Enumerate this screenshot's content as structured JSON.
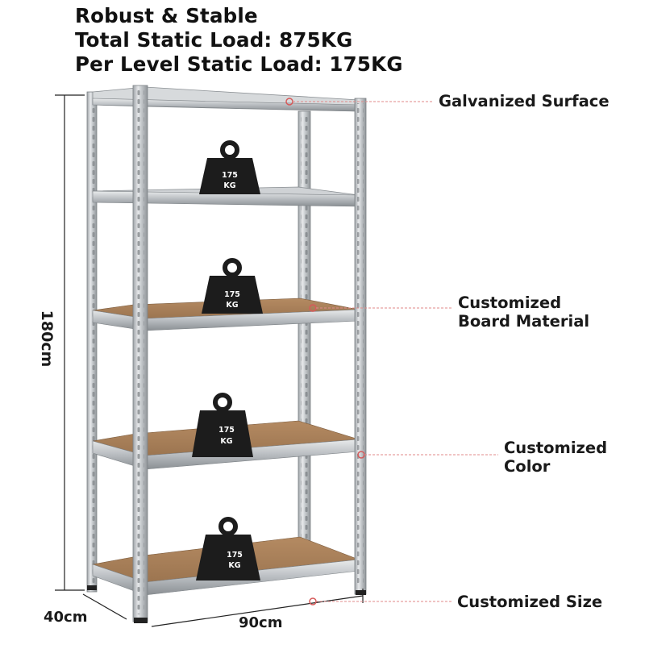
{
  "headline": {
    "line1": "Robust & Stable",
    "line2": "Total Static Load: 875KG",
    "line3": "Per Level Static Load: 175KG"
  },
  "callouts": {
    "surface": "Galvanized Surface",
    "board_line1": "Customized",
    "board_line2": "Board Material",
    "color_line1": "Customized",
    "color_line2": "Color",
    "size": "Customized Size"
  },
  "dimensions": {
    "height": "180cm",
    "depth": "40cm",
    "width": "90cm"
  },
  "weight_label": {
    "line1": "175",
    "line2": "KG"
  },
  "colors": {
    "steel": "#c9cdd0",
    "steel_dark": "#8c9195",
    "board": "#a67c55",
    "weight": "#1c1c1c",
    "callout_line": "#e08a8a"
  }
}
